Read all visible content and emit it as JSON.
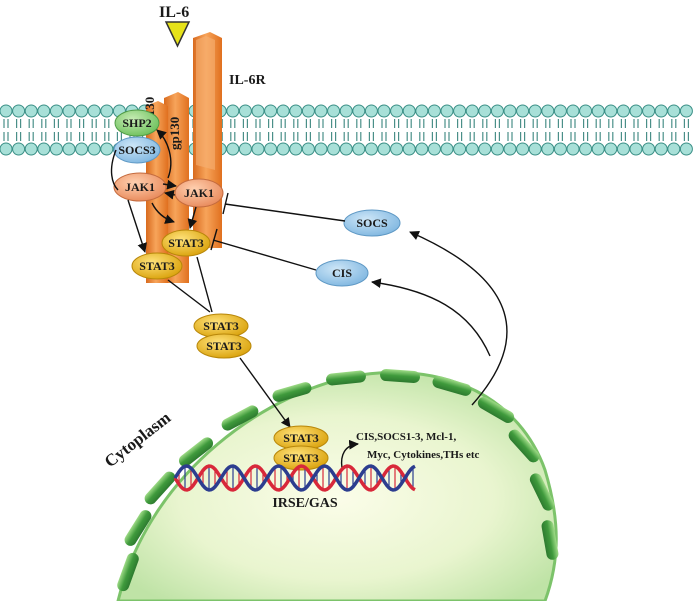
{
  "labels": {
    "ligand": "IL-6",
    "receptor": "IL-6R",
    "gp130_left": "gp130",
    "gp130_right": "gp130",
    "shp2": "SHP2",
    "socs3": "SOCS3",
    "jak1_left": "JAK1",
    "jak1_right": "JAK1",
    "stat3_right": "STAT3",
    "stat3_left": "STAT3",
    "dimer_top": "STAT3",
    "dimer_bottom": "STAT3",
    "socs": "SOCS",
    "cis": "CIS",
    "cytoplasm": "Cytoplasm",
    "nuc_stat3_top": "STAT3",
    "nuc_stat3_bottom": "STAT3",
    "targets_line1": "CIS,SOCS1-3, Mcl-1,",
    "targets_line2": "Myc, Cytokines,THs etc",
    "dna_element": "IRSE/GAS"
  },
  "colors": {
    "membrane_head": "#a8e0d8",
    "membrane_outline": "#3a8f86",
    "receptor": "#f28c3a",
    "ligand": "#e6e21a",
    "jak": "#f3a77c",
    "stat3": "#e8b514",
    "shp2": "#8fcf7a",
    "socs_blue": "#9cc9ea",
    "nucleus_rim": "#6fbf5e",
    "dna_red": "#d8283a",
    "dna_blue": "#2c3d8f"
  }
}
